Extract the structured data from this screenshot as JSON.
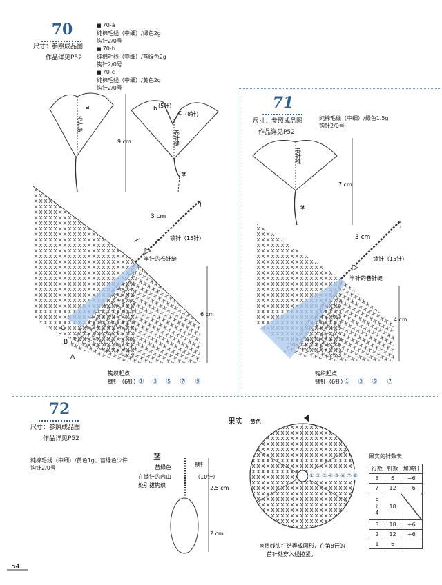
{
  "pattern70": {
    "number": "70",
    "size": "尺寸：参照成品图",
    "detail": "作品详见P52",
    "variants": [
      {
        "id": "70-a",
        "yarn": "纯棉毛线（中细）/绿色2g",
        "hook": "钩针2/0号"
      },
      {
        "id": "70-b",
        "yarn": "纯棉毛线（中细）/苔绿色2g",
        "hook": "钩针2/0号"
      },
      {
        "id": "70-c",
        "yarn": "纯棉毛线（中细）/黄色2g",
        "hook": "钩针2/0号"
      }
    ],
    "labels": {
      "a": "a",
      "b": "b",
      "c": "c",
      "chain5": "(5针)",
      "chain8": "(8针)",
      "roll": "卷针缝",
      "stem": "茎",
      "cm9": "9 cm",
      "cm3": "3 cm",
      "chain15": "锁针（15针）",
      "half_roll": "半针的卷针缝",
      "cm6": "6 cm",
      "A": "A",
      "B": "B",
      "C": "C",
      "start": "钩织起点",
      "start_chain": "锁针（6针）",
      "rows": [
        "①",
        "③",
        "⑤",
        "⑦",
        "⑨"
      ]
    }
  },
  "pattern71": {
    "number": "71",
    "size": "尺寸：参照成品图",
    "detail": "作品详见P52",
    "yarn": "纯棉毛线（中细）/绿色1.5g",
    "hook": "钩针2/0号",
    "labels": {
      "roll": "卷针缝",
      "stem": "茎",
      "cm7": "7 cm",
      "cm3": "3 cm",
      "chain15": "锁针（15针）",
      "half_roll": "半针的卷针缝",
      "cm4": "4 cm",
      "start": "钩织起点",
      "start_chain": "锁针（6针）",
      "rows": [
        "①",
        "③",
        "⑤",
        "⑦"
      ]
    }
  },
  "pattern72": {
    "number": "72",
    "size": "尺寸：参照成品图",
    "detail": "作品详见P52",
    "yarn": "纯棉毛线（中细）/黄色1g、苔绿色少许",
    "hook": "钩针2/0号",
    "stem": {
      "title": "茎",
      "color": "苔绿色",
      "note1": "在锁针的内山",
      "note2": "处引拔钩织",
      "chain_label": "锁针",
      "chain_count": "（10针）",
      "cm25": "2.5 cm",
      "cm2": "2 cm"
    },
    "fruit": {
      "title": "果实",
      "color": "黄色",
      "note1": "※将线头打结弄成圆形，在第8行的",
      "note2": "首针处穿入线拉紧。",
      "ring_rows": [
        "①",
        "②",
        "③",
        "④",
        "⑤",
        "⑥",
        "⑦",
        "⑧"
      ]
    },
    "table": {
      "caption": "果实的针数表",
      "headers": [
        "行数",
        "针数",
        "加减针"
      ],
      "rows": [
        [
          "8",
          "6",
          "−6"
        ],
        [
          "7",
          "12",
          "−6"
        ],
        [
          "6\n≀\n4",
          "18",
          ""
        ],
        [
          "3",
          "18",
          "+6"
        ],
        [
          "2",
          "12",
          "+6"
        ],
        [
          "1",
          "6",
          ""
        ]
      ]
    }
  },
  "page_number": "54",
  "colors": {
    "accent": "#2f5f8f",
    "highlight": "#a8c8ec",
    "frame": "#6a9ac8"
  }
}
